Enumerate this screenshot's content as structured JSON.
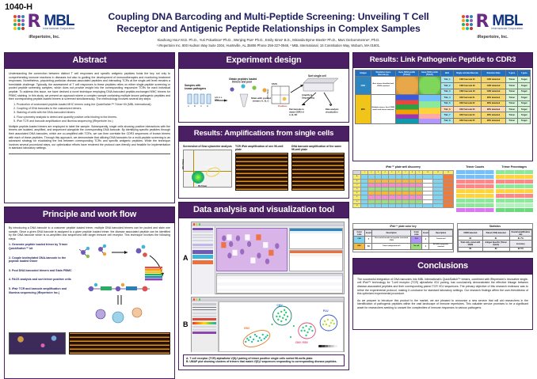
{
  "poster": {
    "id": "1040-H",
    "title": "Coupling DNA Barcoding and Multi-Peptide Screening: Unveiling T Cell Receptor and Antigenic Peptide Relationships in Complex Samples",
    "authors": "Xiaohong Hou¹ M.D. Ph.D., Yuri Poluektov² Ph.D., Wenjing Pan¹ Ph.D., Emily Sims¹ B.S., Miranda Byrne-Steele¹ Ph.D., Marc Delcommenne², Ph.D.",
    "affiliations": "¹ iRepertoire Inc. 800 Hudson Way Suite 2304, Huntsville, AL 35806 Phone 256-327-0948, ² MBL International, 15 Constitution Way, Woburn, MA 01801.",
    "logo_ir_name": "iRepertoire, Inc.",
    "logo_mbl_name": "MBL",
    "logo_mbl_sub": "International Corporation"
  },
  "sections": {
    "abstract": "Abstract",
    "principle": "Principle and work flow",
    "experiment": "Experiment design",
    "amplifications": "Results: Amplifications from single cells",
    "datatool": "Data analysis and visualization tool",
    "linkpeptide": "Results: Link Pathogenic Peptide to CDR3",
    "conclusions": "Conclusions"
  },
  "abstract": {
    "p1": "Understanding the connection between distinct T cell responses and specific antigenic peptides holds the key not only to comprehending immune reactions in diseases but also to guiding the development of immunotherapies and monitoring treatment responses. Nonetheless, pinpointing particular disease-associated peptides and interacting TCRs at the single-cell level remains a formidable challenge. Typically, the assessment of T cell responses to these peptides relies on either single-peptide screening or pooled peptide screening samples, which does not provide insight into the corresponding responsive TCRs for each individual peptide. To address this issue, we have devised a novel technique employing DNA-barcoded peptide-exchanged MHC trimers for PBMC staining. In this study, we present an approach where a complex sample containing multiple known pathogenic peptides and their corresponding peptide-loaded trimers is screened simultaneously. The methodology involves several key steps:",
    "steps": [
      "Production of customized peptide-loaded MHC trimers using the QuickSwitch™ Trimer Kit (MBL International).",
      "Coupling of DNA barcodes to the customized trimers.",
      "Staining of cells with the DNA-barcoded trimers.",
      "Flow cytometry analysis to detect and quantify positive cells binding to the trimers.",
      "iPair TCR and barcode amplification and Illumina sequencing (iRepertoire Inc.)"
    ],
    "p2": "Multiple peptide-loaded trimers are employed to label the sample. Subsequently, single cells showing positive interactions with the trimers are isolated, amplified, and sequenced alongside the corresponding DNA barcode. By identifying specific peptides through their associated DNA barcodes, which are co-amplified with TCRs, we can then correlate the CDR3 sequences of known trimers with each of these peptides. Through this approach, we demonstrate that utilizing DNA barcodes for a multi-peptide screening is an advanced strategy for elucidating the link between corresponding TCRs and specific antigenic peptides. While the technique involves several procedural steps, our optimization efforts have rendered the protocol user-friendly and feasible for implementation in standard laboratory settings."
  },
  "principle": {
    "intro": "By introducing a DNA barcode to a customer peptide loaded trimer, multiple DNA barcoded trimers can be pooled and stain one sample. Since a given DNA barcode is assigned to a given peptide loaded trimer, the disease associated peptide can be identified by the DNA barcode which is co-amplified and sequenced with target immune cell receptor. This technique involves the following steps:",
    "steps": [
      "1. Generate peptide loaded trimer by Trimer QuickSwitch™ kit",
      "2. Couple biotinylated DNA-barcode to the peptide loaded trimer",
      "3. Pool DNA barcoded trimers and Stain PBMC",
      "4. FACS analysis and sort trimer positive cells",
      "5. iPair TCR and barcode amplification and Illumina sequencing (iRepertoire Inc.)"
    ],
    "art_labels": {
      "customer_peptides": "customer peptides",
      "barcode": "DNA barcode",
      "cells": "PBMC"
    }
  },
  "experiment": {
    "labels": [
      "Samples with known pathogens",
      "Obtain peptides loaded trimers and pool",
      "Stain with pooled trimers",
      "Sort single cell",
      "Amplify & Sequencing",
      "Pair barcode to obtain CDR3 of A, B, NC",
      "Data analysis visualization"
    ],
    "axis_x": "PE-Trimer",
    "axis_y": "APC-Trimer"
  },
  "amplifications": {
    "captions": [
      "Screenshot of flow cytometer analysis",
      "TCR iPair amplification of one 96-well plate",
      "DNA barcode amplification of the same 96-well plate"
    ],
    "gate_label": "APC/PE",
    "flow_x": "PE-Trimer",
    "flow_y": "APC-Trimer"
  },
  "datatool": {
    "panel_a": "A",
    "panel_b": "B",
    "caption_a": "A. T cell receptor (TCR) alpha/beta V(D)J pairing of trimer positive single cells sorted 96-wells plate.",
    "caption_b": "B. UMAP plot showing clusters of trimers that match V(D)J sequences responding to corresponding disease peptides.",
    "umap_clusters": [
      {
        "label": "CMV",
        "color": "#16a085"
      },
      {
        "label": "EBV",
        "color": "#e67e22"
      },
      {
        "label": "CMV / EBV",
        "color": "#e84393"
      },
      {
        "label": "FLU",
        "color": "#2980d9"
      }
    ]
  },
  "link_table": {
    "headers": [
      "Antigen",
      "Simulation Gene Barcode (a)",
      "Gene (VDJ) profile (Trimer)",
      "Gene (VDJ) profile (Trimer)",
      "Well",
      "Single cell data Barcode",
      "Detection Data",
      "V gene",
      "J gene"
    ],
    "rows": [
      {
        "antigen": "CMV",
        "well": "Trim_1",
        "v": "Trimer",
        "j": "Target"
      },
      {
        "antigen": "CMV",
        "well": "Trim_2",
        "v": "Trimer",
        "j": "Target"
      },
      {
        "antigen": "CMV",
        "well": "Trim_3",
        "v": "Trimer",
        "j": "Target"
      },
      {
        "antigen": "EBV",
        "well": "Trim_4",
        "v": "Trimer",
        "j": "Target"
      },
      {
        "antigen": "EBV",
        "well": "Trim_5",
        "v": "Trimer",
        "j": "Target"
      },
      {
        "antigen": "EBV",
        "well": "Trim_6",
        "v": "Trimer",
        "j": "Target"
      },
      {
        "antigen": "EBV",
        "well": "Trim_7",
        "v": "Trimer",
        "j": "Target"
      },
      {
        "antigen": "EBV",
        "well": "Trim_8",
        "v": "Trimer",
        "j": "Target"
      }
    ]
  },
  "plate_panels": {
    "discovery_title": "iPair™ plate well discovery",
    "counts_title": "Trimer Counts",
    "percent_title": "Trimer Percentages",
    "colorkey_title": "iPair™ plate color key",
    "statistics_title": "Statistics",
    "colorkey_headers": [
      "Color code",
      "Count",
      "Description",
      "Color code",
      "Count",
      "Description"
    ],
    "colorkey_rows": [
      {
        "count_a": "7",
        "desc_a": "Best match barcode and peptide associated CDR3",
        "count_b": "1",
        "desc_b": "Control well"
      },
      {
        "count_b": "1",
        "count_a": "53",
        "desc_a": "Trimer background well",
        "desc_b": "All V(D)J sequences matched"
      }
    ],
    "stats_headers": [
      "CDR3 detected",
      "Paired (TCR) detected",
      "Overall amplification rate"
    ],
    "stats_row1": [
      "96",
      "81",
      "81.7%"
    ],
    "stats_headers2": [
      "Total cells sorted with CDR3",
      "Antigen Specific (Trimer match)",
      "Accuracy"
    ],
    "stats_row2": [
      "89",
      "82",
      "92.1%"
    ]
  },
  "conclusions": {
    "p1": "The successful integration of DNA barcodes into MBL International's QuickSwitch™ trimers, combined with iRepertoire's innovative single-cell iPair™ technology for T-cell receptor (TCR) alpha/beta VDJ pairing, has conclusively demonstrated the effective linkage between disease-associated peptides and their corresponding paired TCR VDJ sequences. The primary objective of this research endeavor was to refine the experimental protocol, making it conducive for standard laboratory settings. Our research findings affirm the user-friendliness of this optimized experimental procedure.",
    "p2": "As we prepare to introduce this product to the market, we are pleased to announce a new service that will aid researchers in the identification of pathogenic peptides within the vast landscape of immune repertoires. This valuable service promises to be a significant asset for researchers seeking to unravel the complexities of immune responses to various pathogens."
  }
}
